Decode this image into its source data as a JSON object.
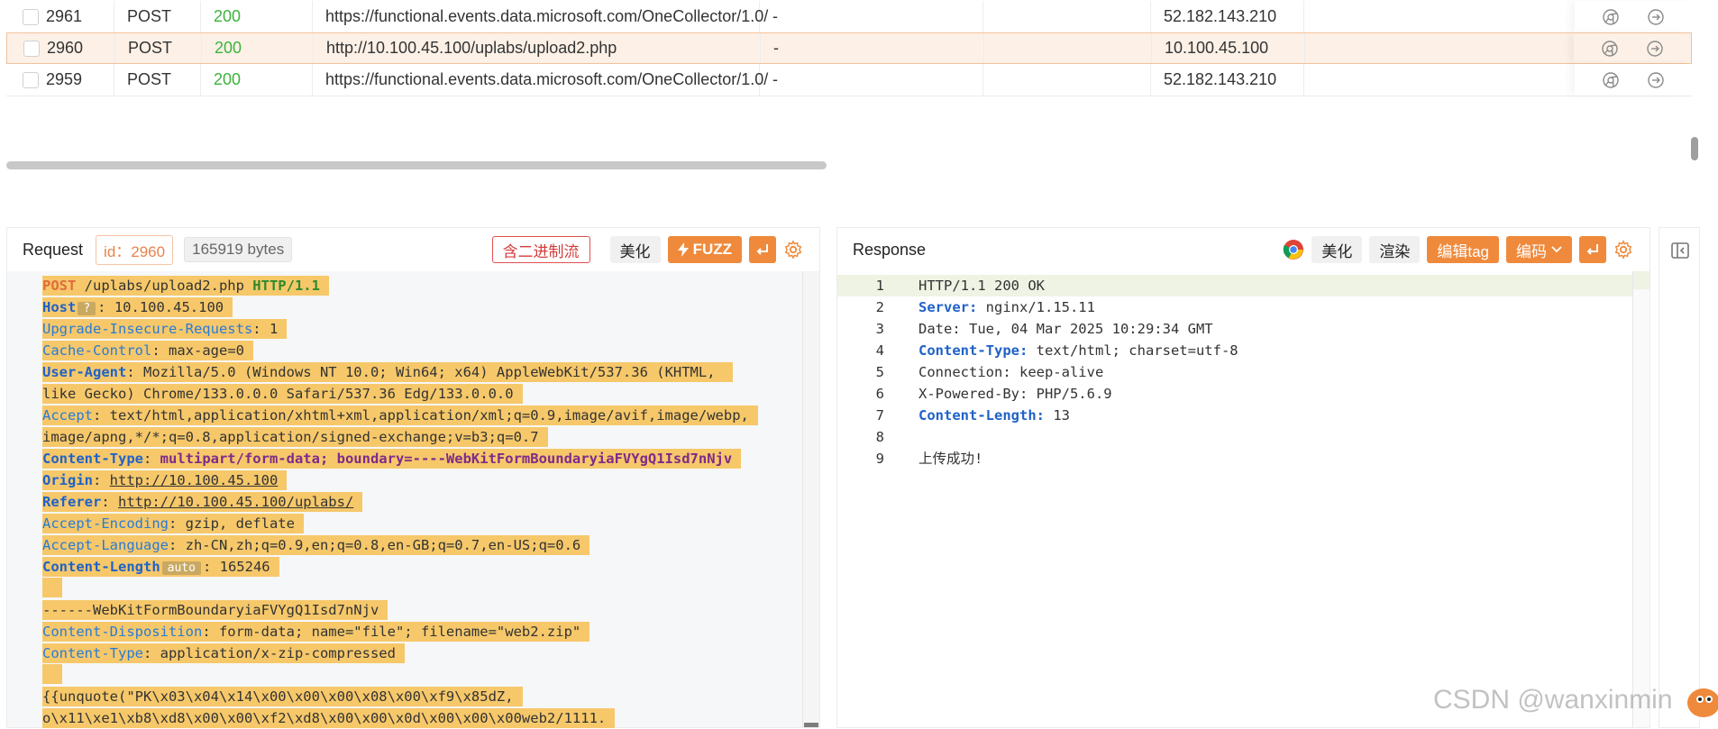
{
  "table": {
    "rows": [
      {
        "id": "2961",
        "method": "POST",
        "status": "200",
        "url": "https://functional.events.data.microsoft.com/OneCollector/1.0/",
        "col5": "-",
        "col6": "",
        "ip": "52.182.143.210",
        "selected": false
      },
      {
        "id": "2960",
        "method": "POST",
        "status": "200",
        "url": "http://10.100.45.100/uplabs/upload2.php",
        "col5": "-",
        "col6": "",
        "ip": "10.100.45.100",
        "selected": true
      },
      {
        "id": "2959",
        "method": "POST",
        "status": "200",
        "url": "https://functional.events.data.microsoft.com/OneCollector/1.0/",
        "col5": "-",
        "col6": "",
        "ip": "52.182.143.210",
        "selected": false
      }
    ]
  },
  "request": {
    "title": "Request",
    "id_label": "id：2960",
    "bytes_label": "165919 bytes",
    "binary_label": "含二进制流",
    "beautify_label": "美化",
    "fuzz_label": "FUZZ",
    "lines": {
      "l1_method": "POST",
      "l1_path": " /uplabs/upload2.php ",
      "l1_proto": "HTTP/1.1",
      "l2_key": "Host",
      "l2_badge": "?",
      "l2_val": ": 10.100.45.100",
      "l3_key": "Upgrade-Insecure-Requests",
      "l3_val": ": 1",
      "l4_key": "Cache-Control",
      "l4_val": ": max-age=0",
      "l5_key": "User-Agent",
      "l5_val": ": Mozilla/5.0 (Windows NT 10.0; Win64; x64) AppleWebKit/537.36 (KHTML, ",
      "l6_val": "like Gecko) Chrome/133.0.0.0 Safari/537.36 Edg/133.0.0.0",
      "l7_key": "Accept",
      "l7_val": ": text/html,application/xhtml+xml,application/xml;q=0.9,image/avif,image/webp,",
      "l8_val": "image/apng,*/*;q=0.8,application/signed-exchange;v=b3;q=0.7",
      "l9_key": "Content-Type",
      "l9_sep": ": ",
      "l9_val": "multipart/form-data; boundary=----WebKitFormBoundaryiaFVYgQ1Isd7nNjv",
      "l10_key": "Origin",
      "l10_sep": ": ",
      "l10_val": "http://10.100.45.100",
      "l11_key": "Referer",
      "l11_sep": ": ",
      "l11_val": "http://10.100.45.100/uplabs/",
      "l12_key": "Accept-Encoding",
      "l12_val": ": gzip, deflate",
      "l13_key": "Accept-Language",
      "l13_val": ": zh-CN,zh;q=0.9,en;q=0.8,en-GB;q=0.7,en-US;q=0.6",
      "l14_key": "Content-Length",
      "l14_badge": "auto",
      "l14_val": ": 165246",
      "l16_val": "------WebKitFormBoundaryiaFVYgQ1Isd7nNjv",
      "l17_key": "Content-Disposition",
      "l17_val": ": form-data; name=\"file\"; filename=\"web2.zip\"",
      "l18_key": "Content-Type",
      "l18_val": ": application/x-zip-compressed",
      "l20_val": "{{unquote(\"PK\\x03\\x04\\x14\\x00\\x00\\x00\\x08\\x00\\xf9\\x85dZ,",
      "l21_val": "o\\x11\\xe1\\xb8\\xd8\\x00\\x00\\xf2\\xd8\\x00\\x00\\x0d\\x00\\x00\\x00web2/1111."
    }
  },
  "response": {
    "title": "Response",
    "beautify_label": "美化",
    "render_label": "渲染",
    "edit_tag_label": "编辑tag",
    "encode_label": "编码",
    "lines": [
      {
        "n": "1",
        "key": "",
        "text": "HTTP/1.1 200 OK"
      },
      {
        "n": "2",
        "key": "Server:",
        "text": " nginx/1.15.11"
      },
      {
        "n": "3",
        "key": "",
        "text": "Date: Tue, 04 Mar 2025 10:29:34 GMT"
      },
      {
        "n": "4",
        "key": "Content-Type:",
        "text": " text/html; charset=utf-8"
      },
      {
        "n": "5",
        "key": "",
        "text": "Connection: keep-alive"
      },
      {
        "n": "6",
        "key": "",
        "text": "X-Powered-By: PHP/5.6.9"
      },
      {
        "n": "7",
        "key": "Content-Length:",
        "text": " 13"
      },
      {
        "n": "8",
        "key": "",
        "text": ""
      },
      {
        "n": "9",
        "key": "",
        "text": "上传成功!"
      }
    ]
  },
  "watermark": "CSDN @wanxinmin",
  "colors": {
    "accent": "#ef8a3c",
    "status_ok": "#3db33d",
    "highlight": "#f6c86a"
  }
}
